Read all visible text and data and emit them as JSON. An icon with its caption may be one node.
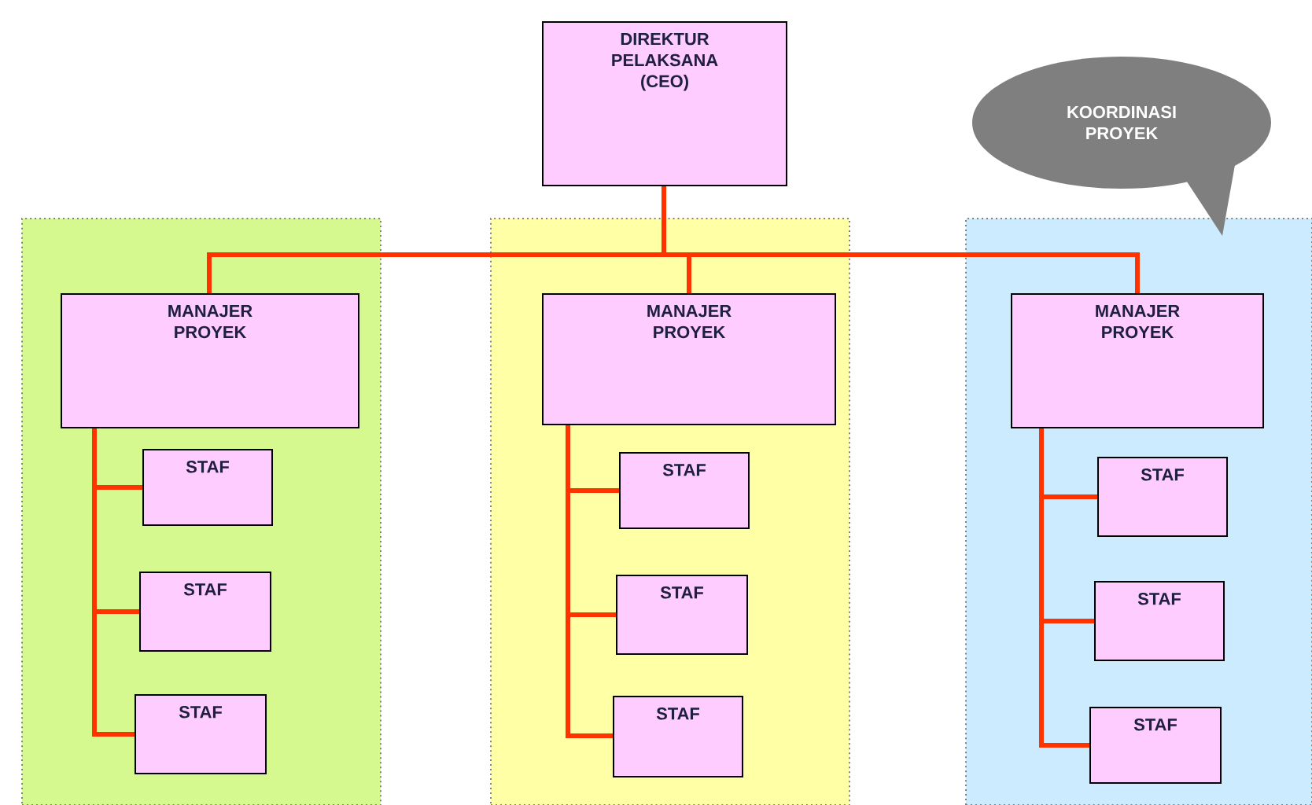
{
  "diagram": {
    "nodes": [
      {
        "text": [
          "DIREKTUR PELAKSANA (CEO)"
        ]
      },
      {
        "text": [
          "KOORDINASI PROYEK"
        ]
      },
      {
        "text": [],
        "shape": "box"
      },
      {
        "text": [
          "MANAJER PROYEK"
        ],
        "in": 2
      },
      {
        "text": [
          "STAF"
        ],
        "in": 2
      },
      {
        "text": [
          "STAF"
        ],
        "in": 2
      },
      {
        "text": [
          "STAF"
        ],
        "in": 2
      },
      {
        "text": [],
        "shape": "box"
      },
      {
        "text": [
          "MANAJER PROYEK"
        ],
        "in": 7
      },
      {
        "text": [
          "STAF"
        ],
        "in": 7
      },
      {
        "text": [
          "STAF"
        ],
        "in": 7
      },
      {
        "text": [
          "STAF"
        ],
        "in": 7
      },
      {
        "text": [],
        "shape": "box"
      },
      {
        "text": [
          "MANAJER PROYEK"
        ],
        "in": 12
      },
      {
        "text": [
          "STAF"
        ],
        "in": 12
      },
      {
        "text": [
          "STAF"
        ],
        "in": 12
      },
      {
        "text": [
          "STAF"
        ],
        "in": 12
      }
    ],
    "edges": [
      {
        "from": 0,
        "to": 3,
        "arrow": "none"
      },
      {
        "from": 0,
        "to": 8,
        "arrow": "none"
      },
      {
        "from": 0,
        "to": 13,
        "arrow": "none"
      },
      {
        "from": 3,
        "to": 4,
        "arrow": "none"
      },
      {
        "from": 3,
        "to": 5,
        "arrow": "none"
      },
      {
        "from": 3,
        "to": 6,
        "arrow": "none"
      },
      {
        "from": 8,
        "to": 9,
        "arrow": "none"
      },
      {
        "from": 8,
        "to": 10,
        "arrow": "none"
      },
      {
        "from": 8,
        "to": 11,
        "arrow": "none"
      },
      {
        "from": 13,
        "to": 14,
        "arrow": "none"
      },
      {
        "from": 13,
        "to": 15,
        "arrow": "none"
      },
      {
        "from": 13,
        "to": 16,
        "arrow": "none"
      }
    ]
  }
}
